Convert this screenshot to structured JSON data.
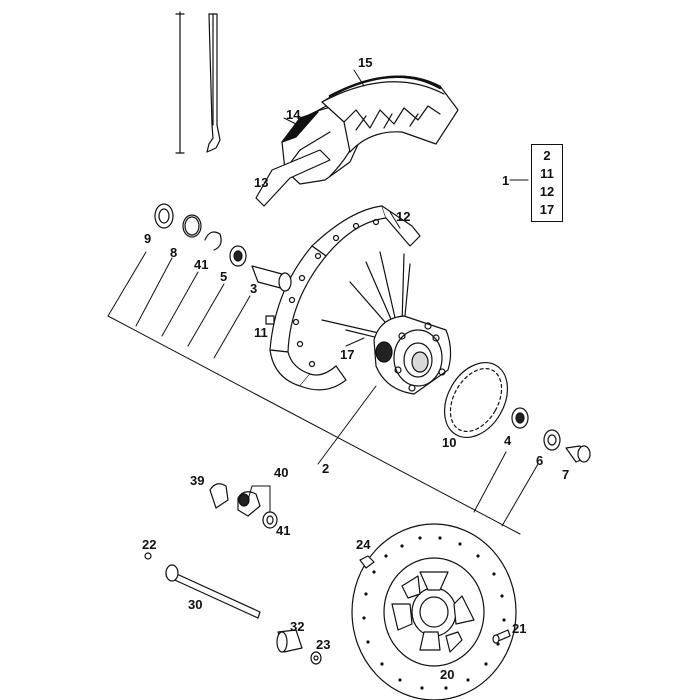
{
  "callouts": {
    "c1": "1",
    "c2": "2",
    "c3": "3",
    "c4": "4",
    "c5": "5",
    "c6": "6",
    "c7": "7",
    "c8": "8",
    "c9": "9",
    "c10": "10",
    "c11": "11",
    "c12": "12",
    "c13": "13",
    "c14": "14",
    "c15": "15",
    "c17": "17",
    "c20": "20",
    "c21": "21",
    "c22": "22",
    "c23": "23",
    "c24": "24",
    "c30": "30",
    "c32": "32",
    "c39": "39",
    "c40": "40",
    "c41a": "41",
    "c41b": "41"
  },
  "kit": {
    "items": [
      "2",
      "11",
      "12",
      "17"
    ]
  },
  "colors": {
    "line": "#111111",
    "fill": "#ffffff",
    "shade": "#d9d9d9",
    "dark": "#222222"
  }
}
